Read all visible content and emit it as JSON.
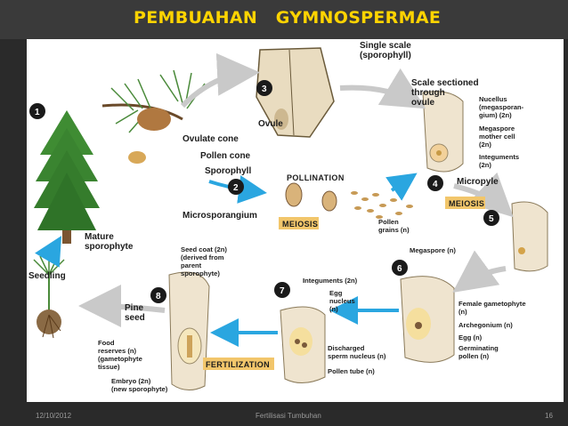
{
  "slide": {
    "title": "PEMBUAHAN   GYMNOSPERMAE",
    "footer_date": "12/10/2012",
    "footer_text": "Fertilisasi Tumbuhan",
    "page_number": "16"
  },
  "diagram": {
    "steps": [
      "1",
      "2",
      "3",
      "4",
      "5",
      "6",
      "7",
      "8"
    ],
    "stages": {
      "pollination": "POLLINATION",
      "meiosis_left": "MEIOSIS",
      "meiosis_right": "MEIOSIS",
      "fertilization": "FERTILIZATION"
    },
    "labels": {
      "single_scale": [
        "Single scale",
        "(sporophyll)"
      ],
      "scale_sectioned": [
        "Scale sectioned",
        "through",
        "ovule"
      ],
      "nucellus": [
        "Nucellus",
        "(megasporan-",
        "gium) (2n)"
      ],
      "megaspore_mother": [
        "Megaspore",
        "mother cell",
        "(2n)"
      ],
      "integuments_top": [
        "Integuments",
        "(2n)"
      ],
      "micropyle": "Micropyle",
      "ovule": "Ovule",
      "ovulate_cone": "Ovulate cone",
      "pollen_cone": "Pollen cone",
      "sporophyll": "Sporophyll",
      "microsporangium": "Microsporangium",
      "pollen_grains": [
        "Pollen",
        "grains (n)"
      ],
      "megaspore": "Megaspore (n)",
      "mature_sporophyte": [
        "Mature",
        "sporophyte"
      ],
      "seedling": "Seedling",
      "seed_coat": [
        "Seed coat (2n)",
        "(derived from",
        "parent",
        "sporophyte)"
      ],
      "pine_seed": [
        "Pine",
        "seed"
      ],
      "integuments_mid": "Integuments (2n)",
      "egg_nucleus": [
        "Egg",
        "nucleus",
        "(n)"
      ],
      "female_gametophyte": [
        "Female gametophyte",
        "(n)"
      ],
      "archegonium": "Archegonium (n)",
      "egg": "Egg (n)",
      "germinating_pollen": [
        "Germinating",
        "pollen (n)"
      ],
      "discharged_sperm": [
        "Discharged",
        "sperm nucleus (n)"
      ],
      "pollen_tube": "Pollen tube (n)",
      "food_reserves": [
        "Food",
        "reserves (n)",
        "(gametophyte",
        "tissue)"
      ],
      "embryo": [
        "Embryo (2n)",
        "(new sporophyte)"
      ]
    }
  }
}
